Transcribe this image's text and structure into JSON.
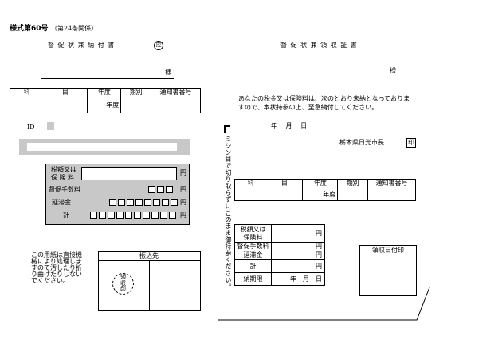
{
  "form": {
    "number": "様式第60号",
    "article": "（第24条関係）"
  },
  "left": {
    "title": "督 促 状 兼 納 付 書",
    "title_stamp": "控",
    "sama": "様",
    "table1": {
      "headers": [
        "科",
        "目",
        "年度",
        "期別",
        "通知書番号"
      ],
      "year_suffix": "年度"
    },
    "id_label": "ID",
    "amounts": {
      "tax_label_1": "税額又は",
      "tax_label_2": "保 険 料",
      "fee_label": "督促手数料",
      "late_label": "延滞金",
      "total_label": "計",
      "unit": "円"
    },
    "note": [
      "この用紙は直接機",
      "械により処理しま",
      "すので汚したり折",
      "り曲げたりしない",
      "でください。"
    ],
    "transfer_label": "振込先",
    "receipt_stamp": [
      "領",
      "収",
      "印"
    ]
  },
  "divider_text": "ミシン目で切り取らずにこのまま御持参ください。",
  "right": {
    "title": "督 促 状 兼 領 収 証 書",
    "sama": "様",
    "message_1": "あなたの税金又は保険料は、次のとおり未納となっておりま",
    "message_2": "すので、本状持参の上、至急納付してください。",
    "date": "年　 月　 日",
    "issuer": "栃木県日光市長",
    "issuer_seal": "印",
    "table1": {
      "headers": [
        "科",
        "目",
        "年度",
        "期別",
        "通知書番号"
      ],
      "year_suffix": "年度"
    },
    "amounts": {
      "tax_label_1": "税額又は",
      "tax_label_2": "保険料",
      "fee_label": "督促手数料",
      "late_label": "延滞金",
      "total_label": "計",
      "deadline_label": "納期限",
      "deadline_value": "年　月　日",
      "unit": "円"
    },
    "receipt_date_label": "領収日付印"
  }
}
